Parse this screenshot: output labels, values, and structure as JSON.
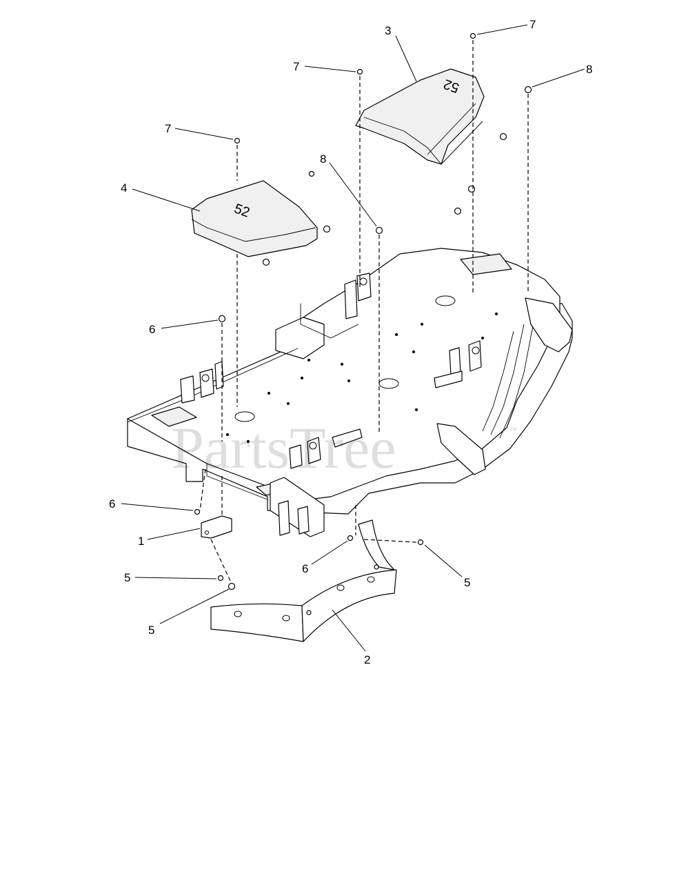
{
  "diagram": {
    "callouts": {
      "c1": "1",
      "c2": "2",
      "c3": "3",
      "c4": "4",
      "c5a": "5",
      "c5b": "5",
      "c5c": "5",
      "c6a": "6",
      "c6b": "6",
      "c6c": "6",
      "c7a": "7",
      "c7b": "7",
      "c7c": "7",
      "c8a": "8",
      "c8b": "8"
    },
    "cover_badges": {
      "left_cover": "52",
      "right_cover": "52"
    },
    "watermark": "PartsTree",
    "watermark_mark": "™"
  }
}
